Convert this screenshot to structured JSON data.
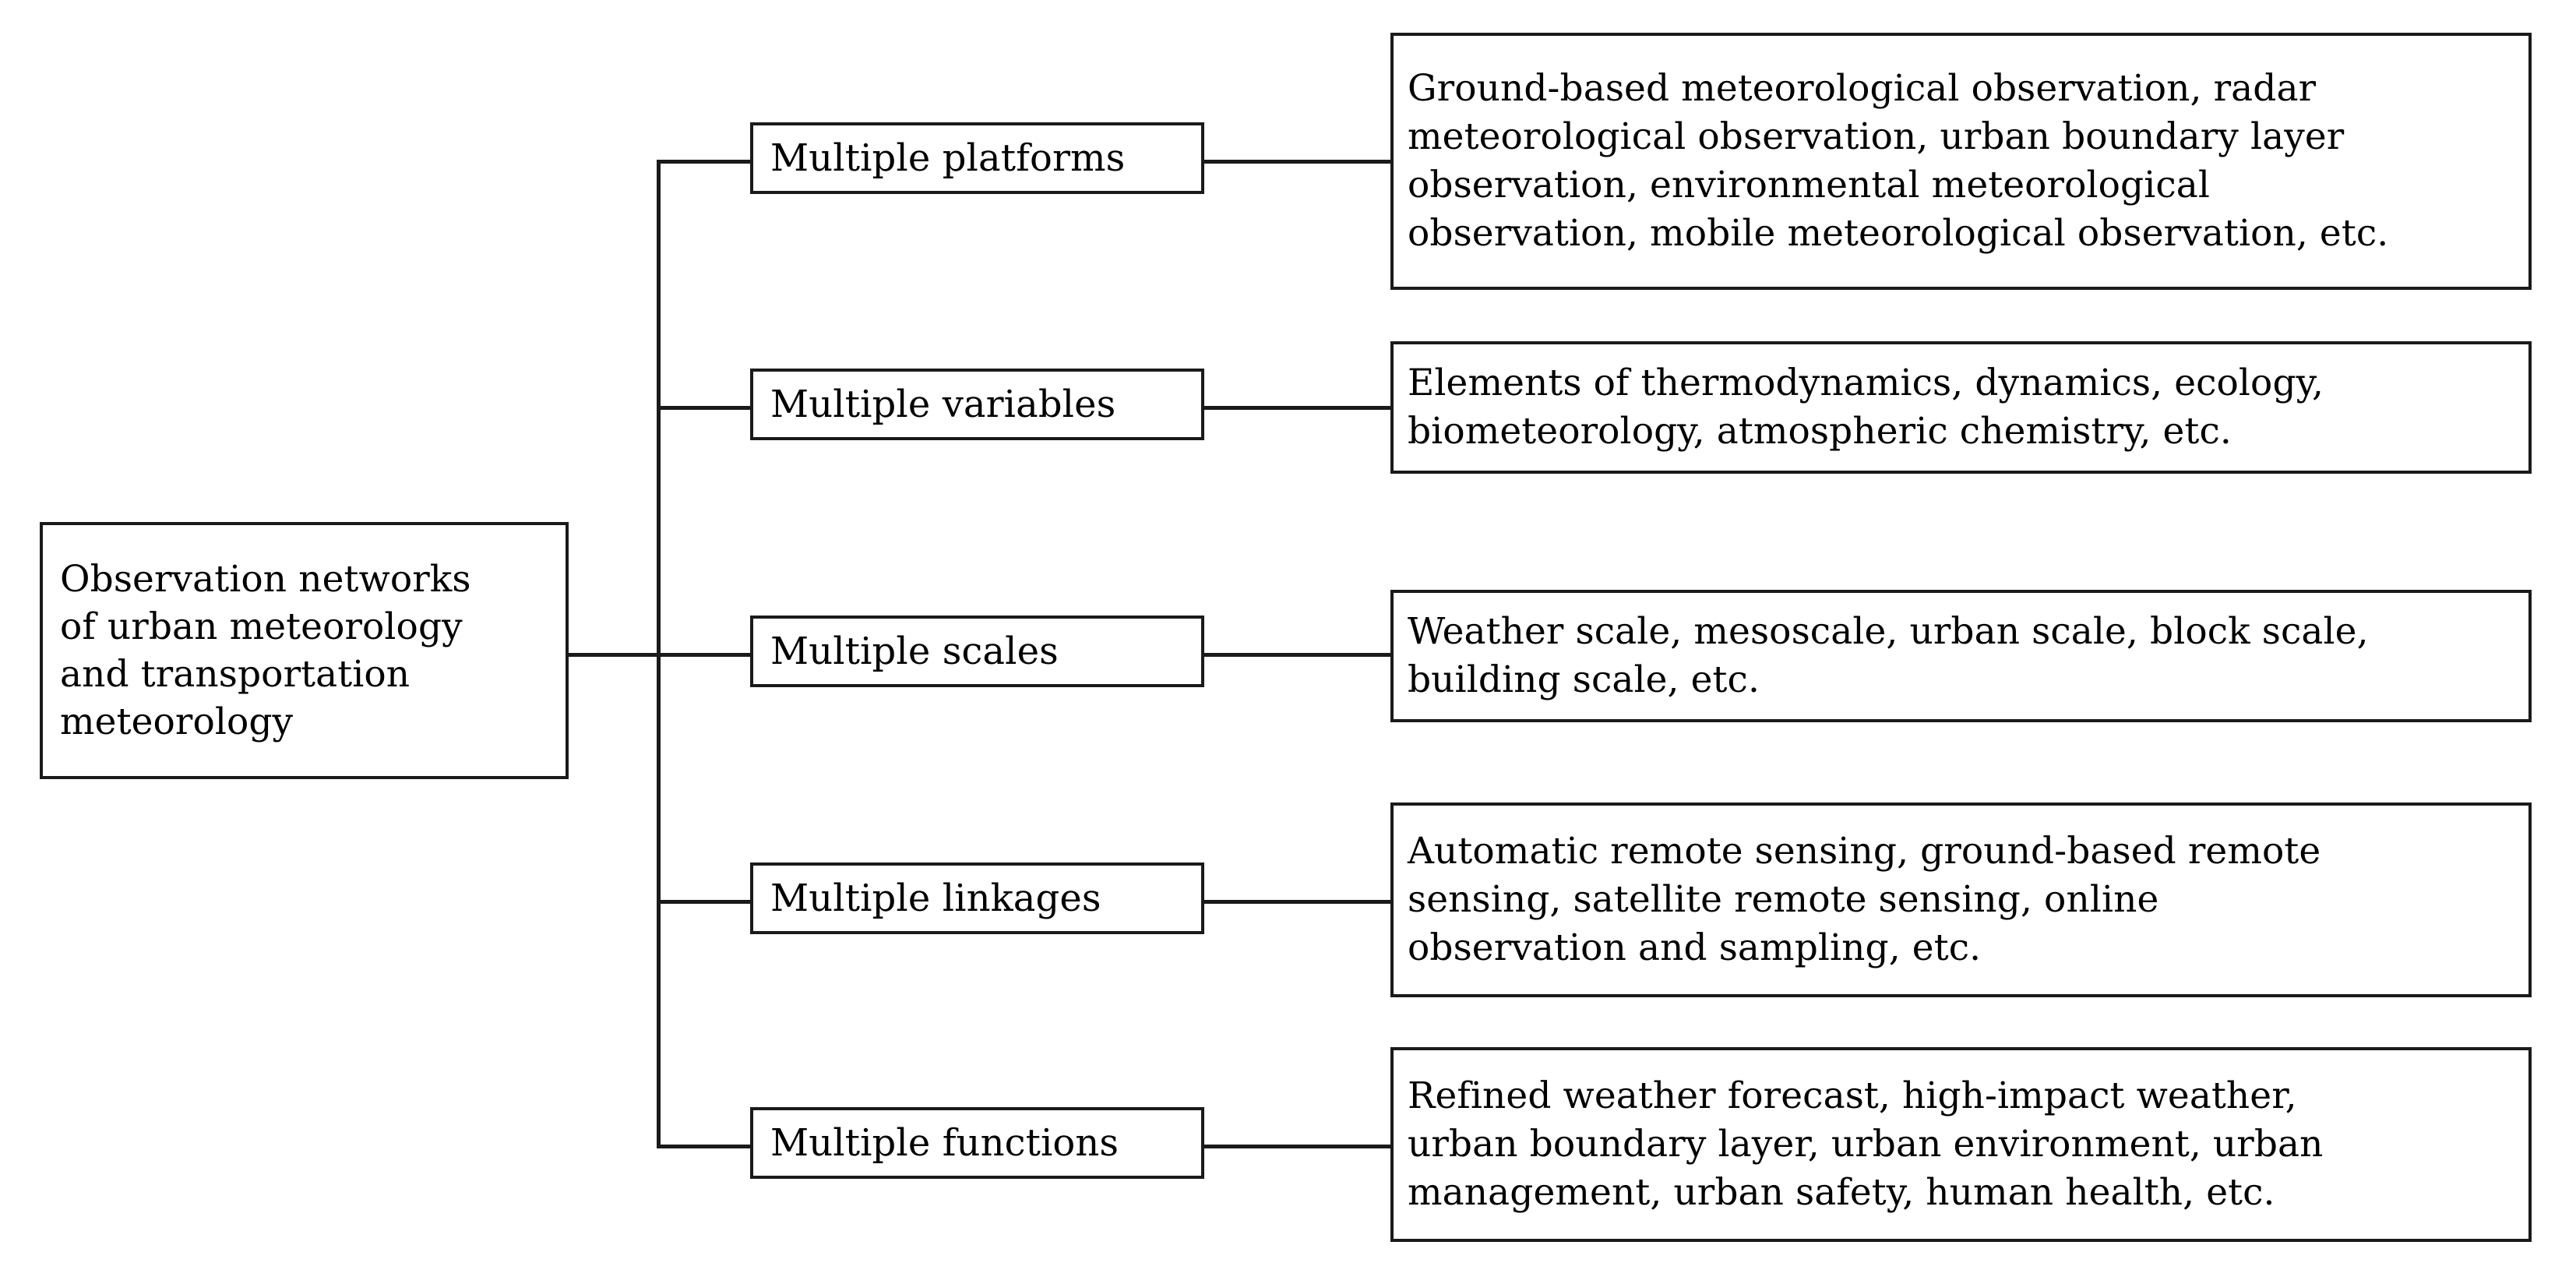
{
  "diagram": {
    "type": "tree",
    "root": {
      "label": "Observation networks\nof urban meteorology\nand transportation\nmeteorology"
    },
    "branches": [
      {
        "category": "Multiple platforms",
        "detail": "Ground-based meteorological observation, radar\nmeteorological observation, urban boundary layer\nobservation, environmental meteorological\nobservation, mobile meteorological observation, etc."
      },
      {
        "category": "Multiple variables",
        "detail": "Elements of thermodynamics, dynamics, ecology,\nbiometeorology, atmospheric chemistry, etc."
      },
      {
        "category": "Multiple scales",
        "detail": "Weather scale, mesoscale, urban scale, block scale,\nbuilding scale, etc."
      },
      {
        "category": "Multiple linkages",
        "detail": "Automatic remote sensing, ground-based remote\nsensing, satellite remote sensing, online\nobservation and sampling, etc."
      },
      {
        "category": "Multiple functions",
        "detail": "Refined weather forecast, high-impact weather,\nurban boundary layer, urban environment, urban\nmanagement, urban safety, human health, etc."
      }
    ],
    "colors": {
      "stroke": "#1a1a1a",
      "background": "#ffffff",
      "text": "#000000"
    }
  }
}
